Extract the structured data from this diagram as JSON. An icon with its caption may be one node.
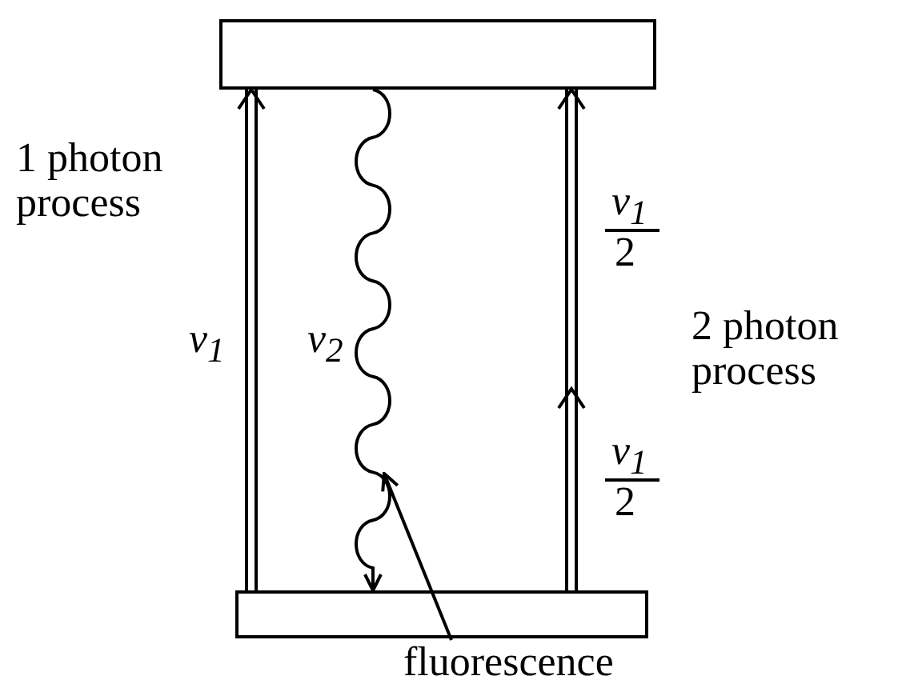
{
  "diagram": {
    "nodes": [
      {
        "text": [],
        "shape": "box"
      },
      {
        "text": [],
        "shape": "box"
      },
      {
        "text": [
          "fluorescence"
        ]
      }
    ],
    "edges": [
      {
        "from": 1,
        "to": 0,
        "arrow": "to",
        "label": "ν$_{1}$"
      },
      {
        "from": 0,
        "to": 1,
        "arrow": "to",
        "label": "ν$_{2}$"
      },
      {
        "from": 1,
        "to": 0,
        "arrow": "to"
      },
      {
        "from": 2,
        "to": null,
        "arrow": "to"
      }
    ],
    "labels": [
      "1 photon process",
      "ν$_{1}$",
      "2",
      "2 photon process",
      "ν$_{1}$",
      "2"
    ]
  }
}
